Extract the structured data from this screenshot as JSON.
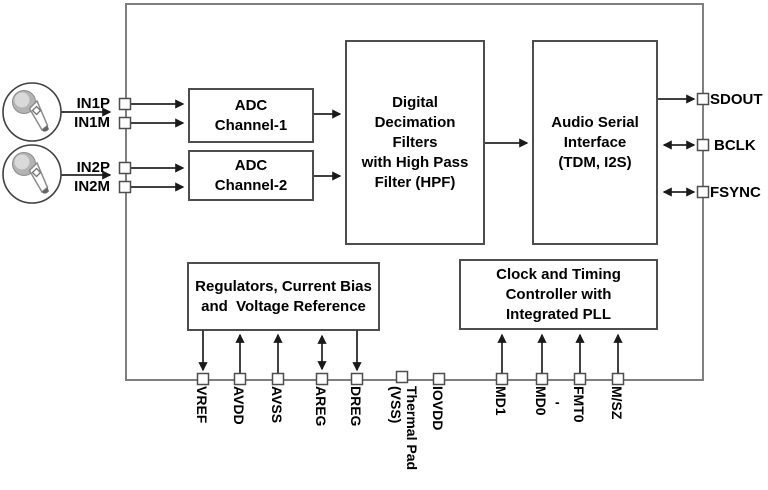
{
  "diagram": {
    "title": "Audio ADC functional block diagram",
    "blocks": {
      "adc1": "ADC\nChannel-1",
      "adc2": "ADC\nChannel-2",
      "decimation": "Digital\nDecimation\nFilters\nwith High Pass\nFilter (HPF)",
      "audio_serial": "Audio Serial\nInterface\n(TDM, I2S)",
      "regulators": "Regulators, Current Bias\nand  Voltage Reference",
      "clock": "Clock and Timing\nController with\nIntegrated PLL"
    },
    "pins": {
      "left": [
        "IN1P",
        "IN1M",
        "IN2P",
        "IN2M"
      ],
      "right": [
        "SDOUT",
        "BCLK",
        "FSYNC"
      ],
      "bottom": [
        "VREF",
        "AVDD",
        "AVSS",
        "AREG",
        "DREG",
        "Thermal Pad\n(VSS)",
        "IOVDD",
        "MD1",
        "MD0",
        "FMT0",
        "M/SZ"
      ]
    },
    "stray_dash": "-",
    "icons": [
      "microphone-icon",
      "microphone-icon"
    ],
    "colors": {
      "wire": "#404040",
      "block_border": "#4d4d4d",
      "chip_border": "#7f7f7f",
      "text": "#000000",
      "background": "#ffffff"
    }
  }
}
